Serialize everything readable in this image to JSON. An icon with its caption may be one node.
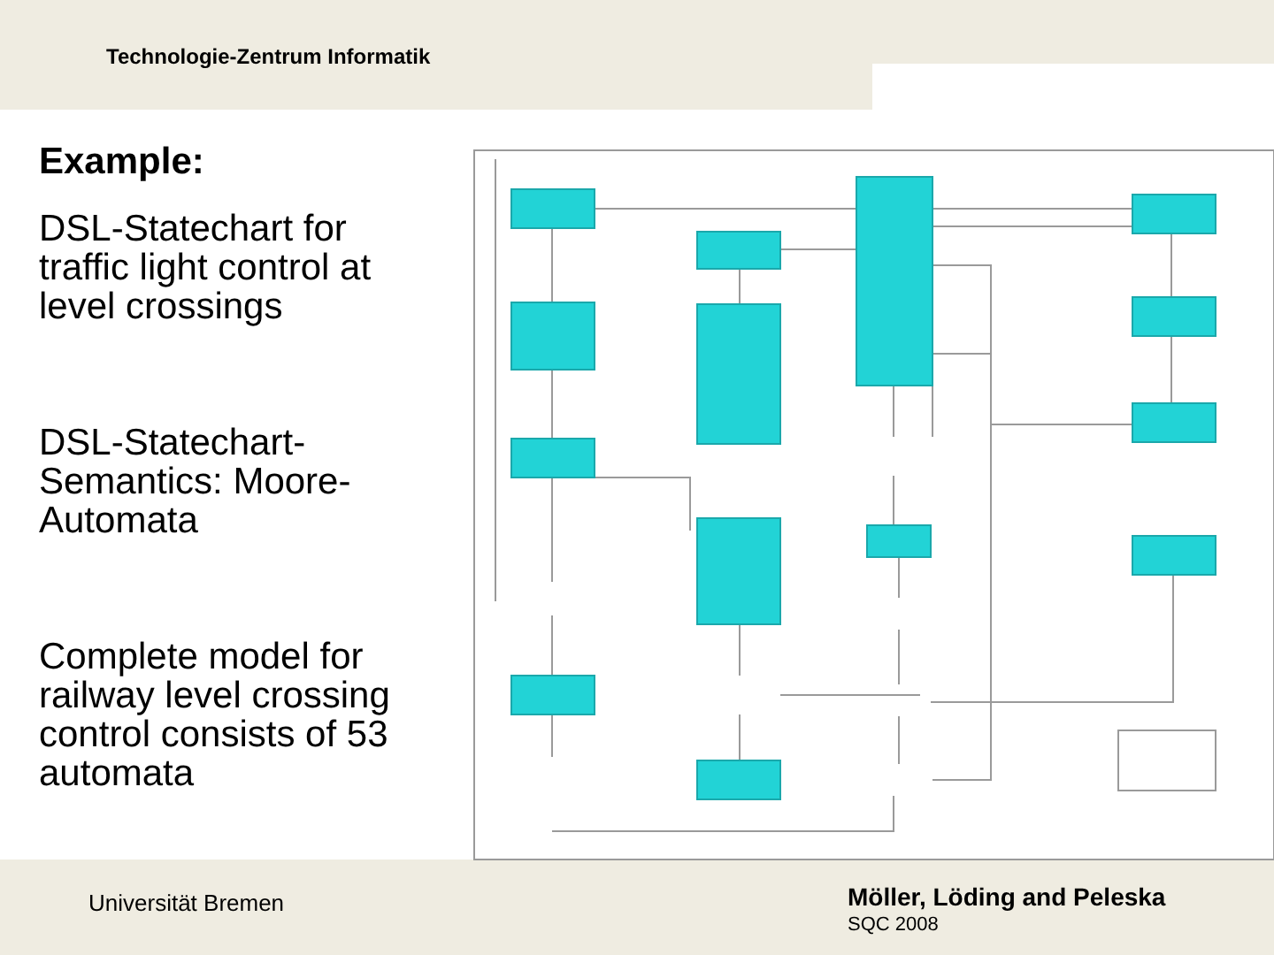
{
  "diagram": {
    "title": "Example:",
    "labels": [
      "Technologie-Zentrum Informatik",
      "DSL-Statechart for traffic light control at level crossings",
      "DSL-Statechart-Semantics: Moore-Automata",
      "Complete model for railway level crossing control consists of 53 automata",
      "Universität Bremen",
      "Möller, Löding and Peleska",
      "SQC 2008"
    ]
  }
}
